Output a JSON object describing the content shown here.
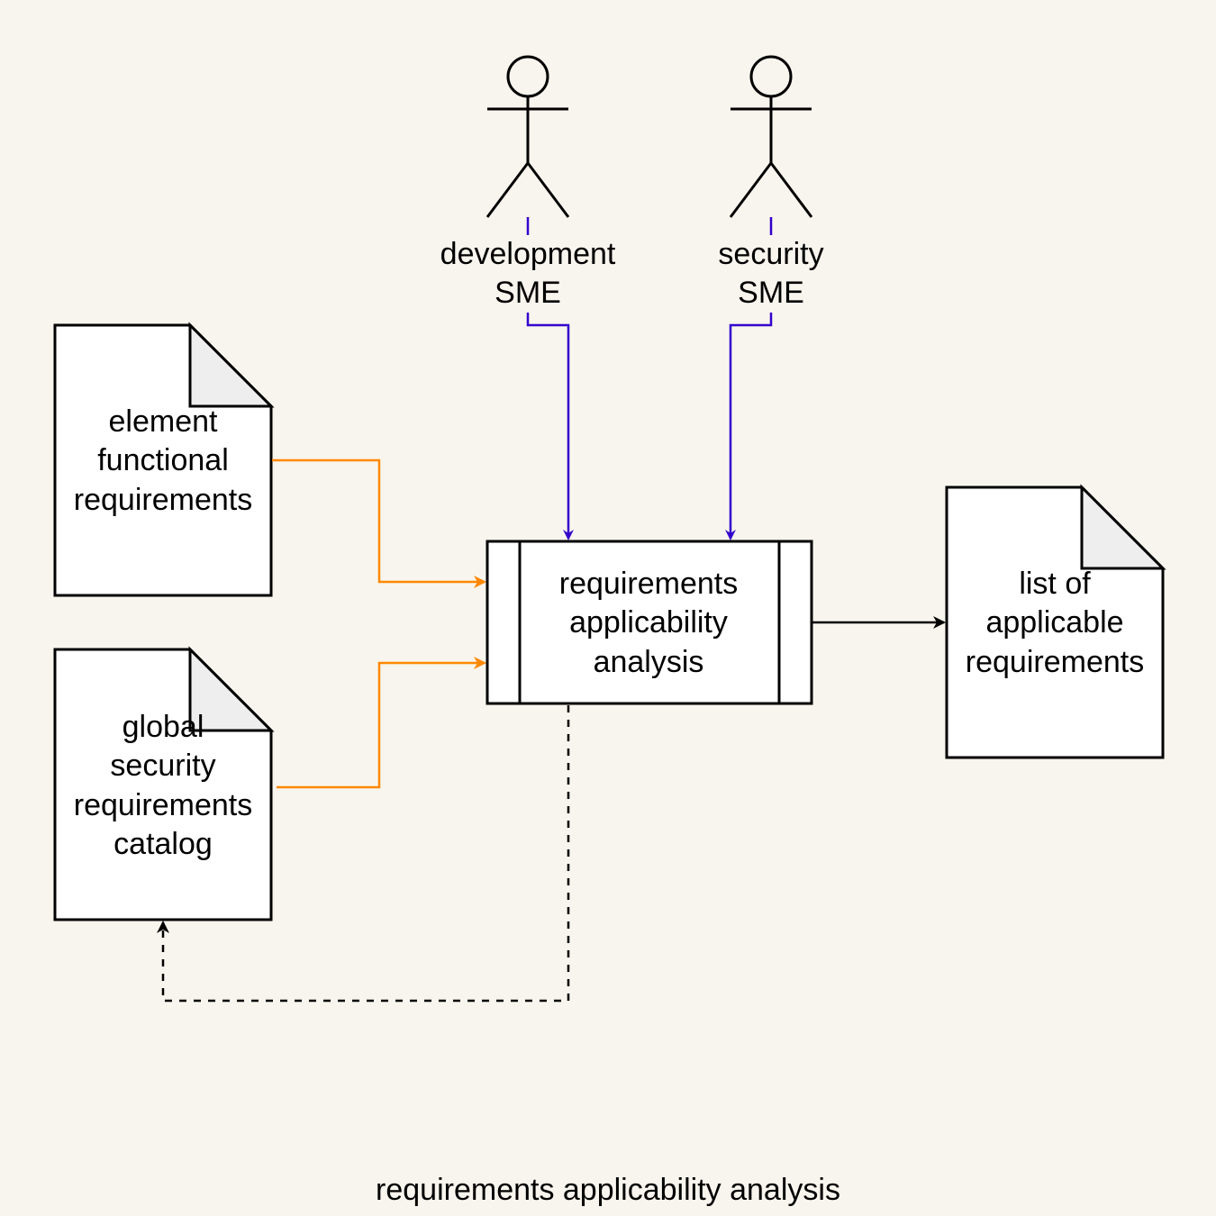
{
  "actors": {
    "development": {
      "line1": "development",
      "line2": "SME"
    },
    "security": {
      "line1": "security",
      "line2": "SME"
    }
  },
  "documents": {
    "functional": {
      "lines": [
        "element",
        "functional",
        "requirements"
      ]
    },
    "catalog": {
      "lines": [
        "global",
        "security",
        "requirements",
        "catalog"
      ]
    },
    "output": {
      "lines": [
        "list of",
        "applicable",
        "requirements"
      ]
    }
  },
  "process": {
    "lines": [
      "requirements",
      "applicability",
      "analysis"
    ]
  },
  "caption": "requirements applicability analysis",
  "colors": {
    "background": "#f8f5ee",
    "actor_edge": "#3300cc",
    "input_edge": "#ff8800",
    "output_edge": "#000000",
    "feedback_edge": "#000000",
    "doc_fold": "#eeeeee"
  }
}
